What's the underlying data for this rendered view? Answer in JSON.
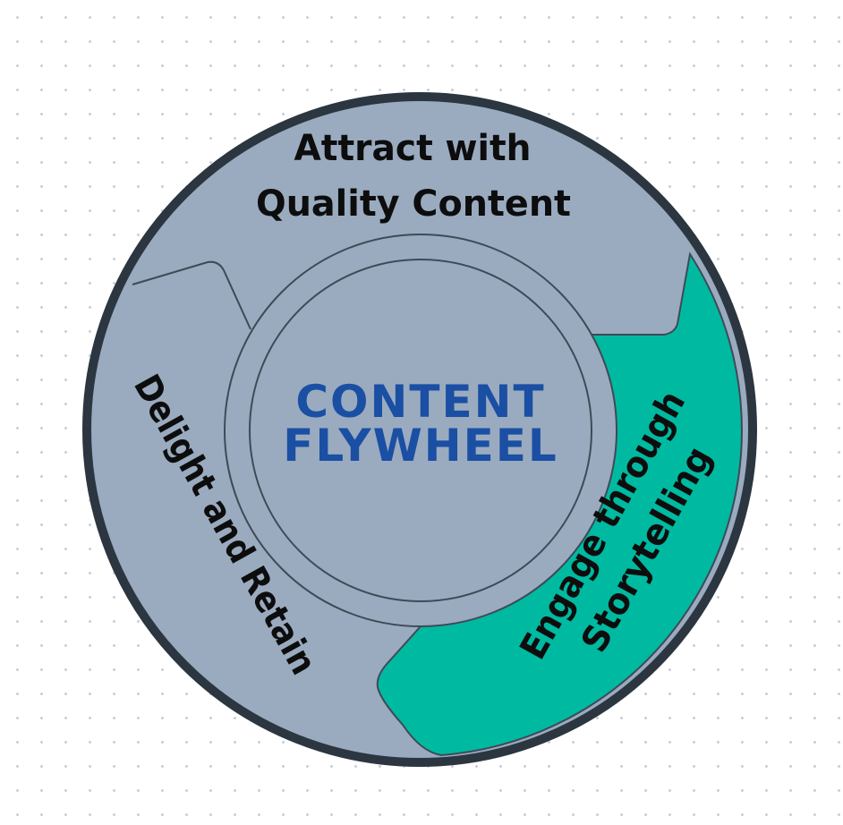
{
  "diagram": {
    "center": {
      "line1": "CONTENT",
      "line2": "FLYWHEEL"
    },
    "segments": {
      "attract": {
        "line1": "Attract with",
        "line2": "Quality Content"
      },
      "engage": {
        "line1": "Engage through",
        "line2": "Storytelling"
      },
      "delight": {
        "line1": "Delight and Retain"
      }
    },
    "colors": {
      "ring_fill": "#9aabc0",
      "ring_border": "#2b3641",
      "engage_fill": "#00b9a1",
      "center_text": "#1a4fa3",
      "label_text": "#0d0d0d"
    }
  }
}
